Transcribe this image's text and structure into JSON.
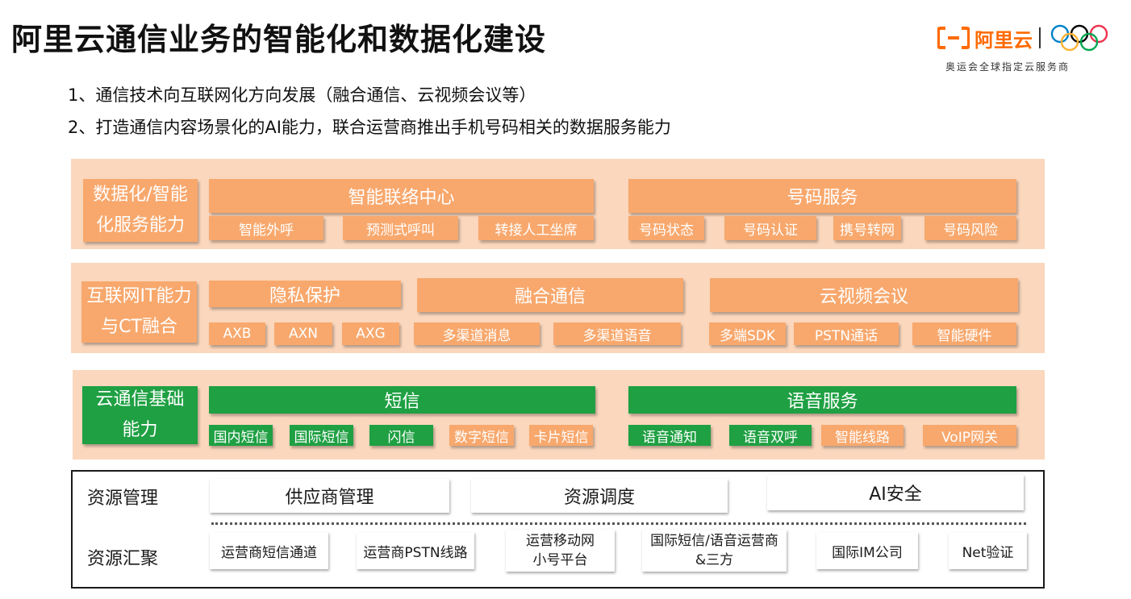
{
  "title": "阿里云通信业务的智能化和数据化建设",
  "logo": {
    "brand": "阿里云",
    "tagline": "奥运会全球指定云服务商",
    "brand_color": "#ff6a00",
    "olympic_ring_colors": [
      "#0081c8",
      "#fcb131",
      "#000000",
      "#00a651",
      "#ee334e"
    ]
  },
  "bullets": [
    "1、通信技术向互联网化方向发展（融合通信、云视频会议等）",
    "2、打造通信内容场景化的AI能力，联合运营商推出手机号码相关的数据服务能力"
  ],
  "colors": {
    "layer_bg": "#fbd7bd",
    "orange_box": "#f8a86d",
    "green_box": "#1fa043"
  },
  "layers": {
    "data_service": {
      "category": [
        "数据化/智能",
        "化服务能力"
      ],
      "groups": [
        {
          "header": "智能联络中心",
          "items": [
            "智能外呼",
            "预测式呼叫",
            "转接人工坐席"
          ]
        },
        {
          "header": "号码服务",
          "items": [
            "号码状态",
            "号码认证",
            "携号转网",
            "号码风险"
          ]
        }
      ]
    },
    "internet_it": {
      "category": [
        "互联网IT能力",
        "与CT融合"
      ],
      "groups": [
        {
          "header": "隐私保护",
          "items": [
            "AXB",
            "AXN",
            "AXG"
          ]
        },
        {
          "header": "融合通信",
          "items": [
            "多渠道消息",
            "多渠道语音"
          ]
        },
        {
          "header": "云视频会议",
          "items": [
            "多端SDK",
            "PSTN通话",
            "智能硬件"
          ]
        }
      ]
    },
    "basic": {
      "category": [
        "云通信基础",
        "能力"
      ],
      "groups": [
        {
          "header": "短信",
          "items": [
            "国内短信",
            "国际短信",
            "闪信",
            "数字短信",
            "卡片短信"
          ]
        },
        {
          "header": "语音服务",
          "items": [
            "语音通知",
            "语音双呼",
            "智能线路",
            "VoIP网关"
          ]
        }
      ]
    }
  },
  "resources": {
    "management_label": "资源管理",
    "aggregation_label": "资源汇聚",
    "management_items": [
      "供应商管理",
      "资源调度",
      "AI安全"
    ],
    "aggregation_items": [
      "运营商短信通道",
      "运营商PSTN线路",
      "运营移动网",
      "小号平台",
      "国际短信/语音运营商",
      "&三方",
      "国际IM公司",
      "Net验证"
    ]
  }
}
